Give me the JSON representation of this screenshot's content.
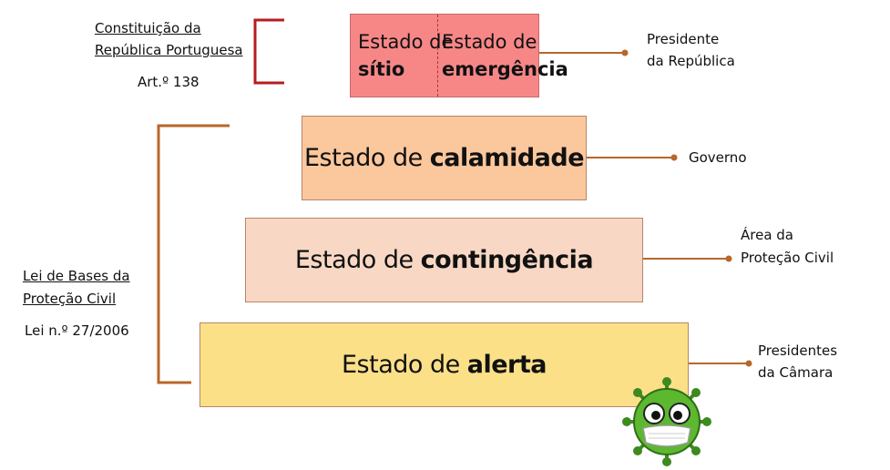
{
  "constitution": {
    "title_line1": "Constituição da",
    "title_line2": "República Portuguesa",
    "article": "Art.º 138"
  },
  "civil_law": {
    "title_line1": "Lei de Bases da",
    "title_line2": "Proteção Civil",
    "law": "Lei n.º 27/2006"
  },
  "states": {
    "sitio": {
      "prefix": "Estado de",
      "name": "sítio"
    },
    "emergencia": {
      "prefix": "Estado de",
      "name": "emergência"
    },
    "calamidade": {
      "prefix": "Estado de",
      "name": "calamidade"
    },
    "contingencia": {
      "prefix": "Estado de",
      "name": "contingência"
    },
    "alerta": {
      "prefix": "Estado de",
      "name": "alerta"
    }
  },
  "authorities": {
    "top_line1": "Presidente",
    "top_line2": "da República",
    "calamidade": "Governo",
    "contingencia_line1": "Área da",
    "contingencia_line2": "Proteção Civil",
    "alerta_line1": "Presidentes",
    "alerta_line2": "da Câmara"
  },
  "colors": {
    "top_box": "#f78787",
    "calamidade_box": "#fbc79c",
    "contingencia_box": "#f8d8c4",
    "alerta_box": "#fbe088",
    "constitution_bracket": "#b71c1c",
    "law_bracket": "#b8672a",
    "connector": "#b8672a"
  },
  "icons": {
    "mascot": "virus-mascot-icon"
  }
}
